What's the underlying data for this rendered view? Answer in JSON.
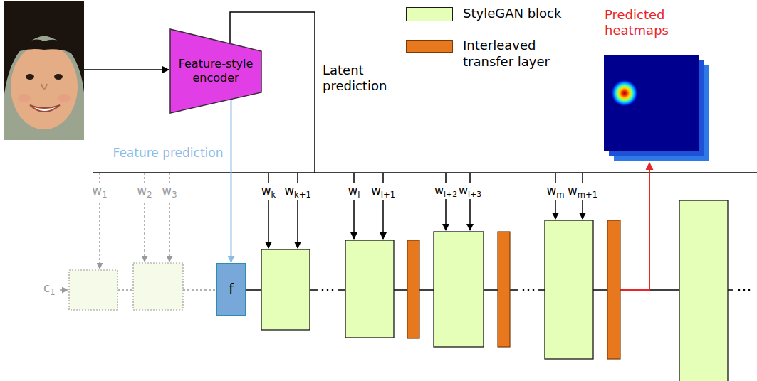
{
  "diagram": {
    "nodes": [
      {
        "text": [
          "Feature-style encoder"
        ]
      },
      {
        "text": [
          "f"
        ]
      }
    ],
    "edges": [
      {
        "from": 0,
        "to": 1,
        "arrow": "to",
        "label": "Feature prediction"
      }
    ],
    "labels": [
      "Predicted heatmaps",
      "Latent prediction",
      "w1",
      "w2",
      "w3",
      "wk",
      "wk+1",
      "wl",
      "wl+1",
      "wl+2",
      "wl+3",
      "wm",
      "wm+1",
      "c1"
    ],
    "legend": [
      {
        "text": "StyleGAN block",
        "color": "#e6ffb8"
      },
      {
        "text": "Interleaved transfer layer",
        "color": "#e8781e"
      }
    ]
  }
}
